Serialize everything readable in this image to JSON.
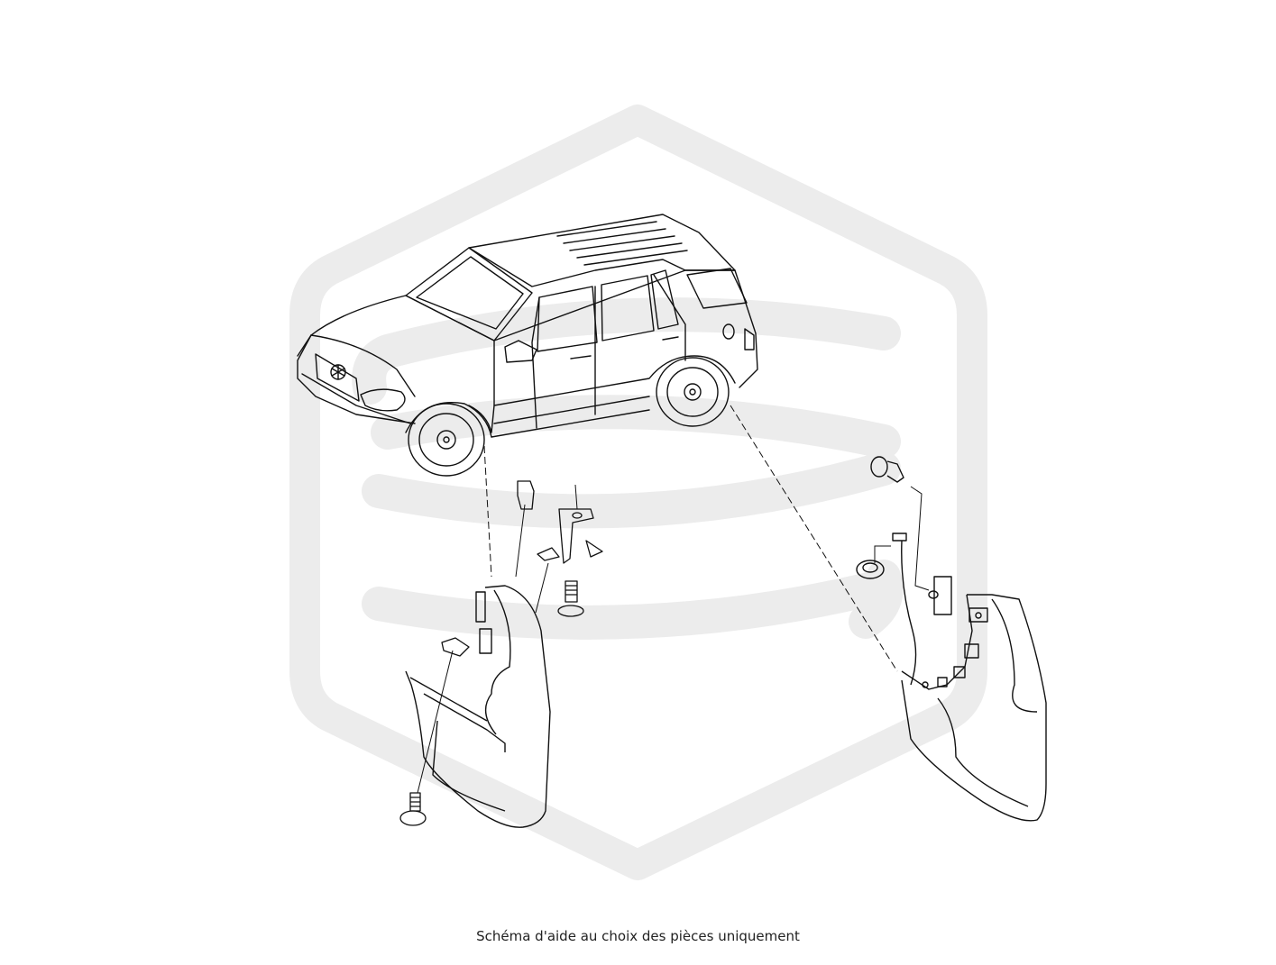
{
  "caption": "Schéma d'aide au choix des pièces uniquement",
  "watermark": {
    "icon": "hexagon-s-logo",
    "color": "#ececec"
  },
  "diagram": {
    "subject": "vehicle-with-mud-flaps",
    "line_color": "#111111"
  }
}
